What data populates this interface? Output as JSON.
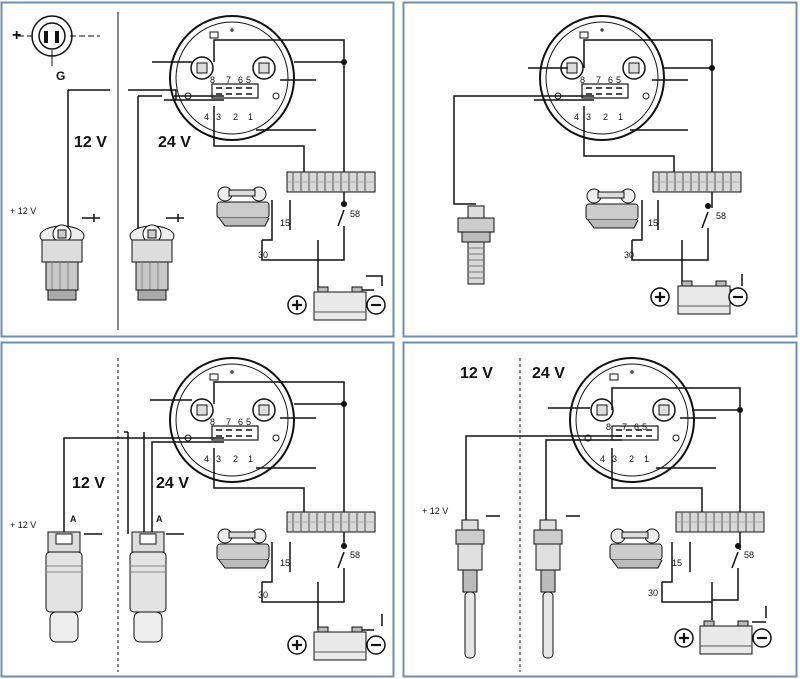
{
  "panels": [
    {
      "id": "top-left",
      "voltage_left": "12 V",
      "voltage_right": "24 V",
      "sensor_supply": "+ 12 V",
      "connector_plus": "+",
      "connector_ground": "G",
      "gauge_pins": {
        "p8": "8",
        "p7": "7",
        "p6": "6",
        "p5": "5",
        "p4": "4",
        "p3": "3",
        "p2": "2",
        "p1": "1"
      },
      "terminal_15": "15",
      "terminal_30": "30",
      "terminal_58": "58"
    },
    {
      "id": "top-right",
      "gauge_pins": {
        "p8": "8",
        "p7": "7",
        "p6": "6",
        "p5": "5",
        "p4": "4",
        "p3": "3",
        "p2": "2",
        "p1": "1"
      },
      "terminal_15": "15",
      "terminal_30": "30",
      "terminal_58": "58"
    },
    {
      "id": "bottom-left",
      "voltage_left": "12 V",
      "voltage_right": "24 V",
      "sensor_supply": "+ 12 V",
      "sensor_a_left": "A",
      "sensor_a_right": "A",
      "gauge_pins": {
        "p8": "8",
        "p7": "7",
        "p6": "6",
        "p5": "5",
        "p4": "4",
        "p3": "3",
        "p2": "2",
        "p1": "1"
      },
      "terminal_15": "15",
      "terminal_30": "30",
      "terminal_58": "58"
    },
    {
      "id": "bottom-right",
      "voltage_left": "12 V",
      "voltage_right": "24 V",
      "sensor_supply": "+ 12 V",
      "gauge_pins": {
        "p8": "8",
        "p7": "7",
        "p6": "6",
        "p5": "5",
        "p4": "4",
        "p3": "3",
        "p2": "2",
        "p1": "1"
      },
      "terminal_15": "15",
      "terminal_30": "30",
      "terminal_58": "58"
    }
  ],
  "colors": {
    "frame": "#6f8fb0",
    "wire": "#111111",
    "fill_light": "#e4e4e4",
    "fill_mid": "#bdbdbd"
  }
}
